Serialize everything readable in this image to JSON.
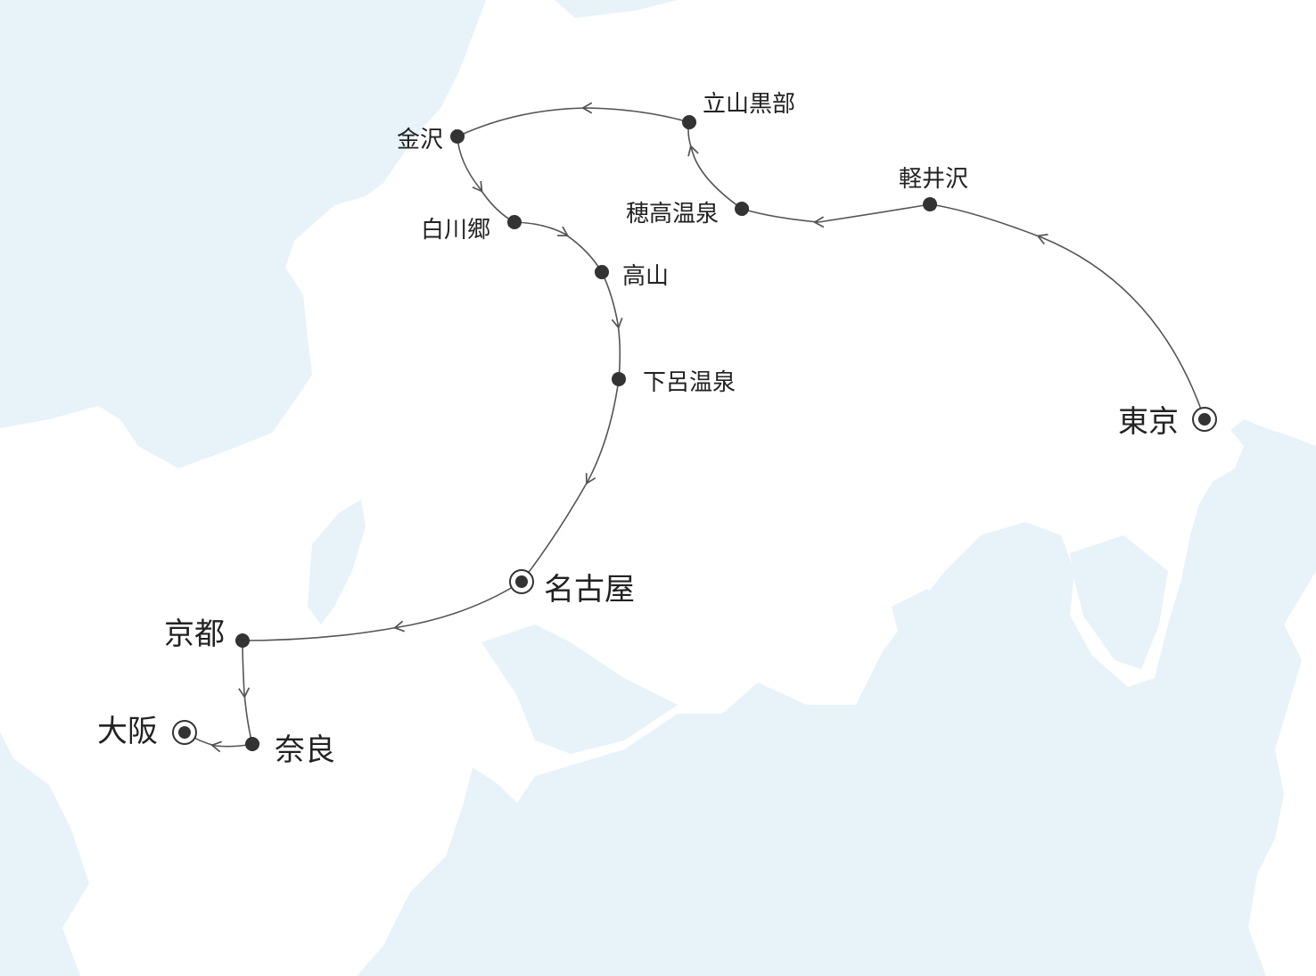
{
  "colors": {
    "sea": "#e8f2f9",
    "land": "#ffffff",
    "route": "#555555",
    "marker": "#333333"
  },
  "route": {
    "direction": "東京 → 大阪",
    "cities": [
      {
        "id": "tokyo",
        "name": "東京",
        "kind": "major"
      },
      {
        "id": "karuizawa",
        "name": "軽井沢",
        "kind": "stop"
      },
      {
        "id": "hotaka",
        "name": "穂高温泉",
        "kind": "stop"
      },
      {
        "id": "tateyama",
        "name": "立山黒部",
        "kind": "stop"
      },
      {
        "id": "kanazawa",
        "name": "金沢",
        "kind": "stop"
      },
      {
        "id": "shirakawago",
        "name": "白川郷",
        "kind": "stop"
      },
      {
        "id": "takayama",
        "name": "高山",
        "kind": "stop"
      },
      {
        "id": "gero",
        "name": "下呂温泉",
        "kind": "stop"
      },
      {
        "id": "nagoya",
        "name": "名古屋",
        "kind": "major"
      },
      {
        "id": "kyoto",
        "name": "京都",
        "kind": "stop"
      },
      {
        "id": "nara",
        "name": "奈良",
        "kind": "stop"
      },
      {
        "id": "osaka",
        "name": "大阪",
        "kind": "major"
      }
    ]
  },
  "icons": {
    "stop": "filled-circle-marker-icon",
    "major": "ringed-circle-marker-icon",
    "direction": "arrow-icon"
  }
}
